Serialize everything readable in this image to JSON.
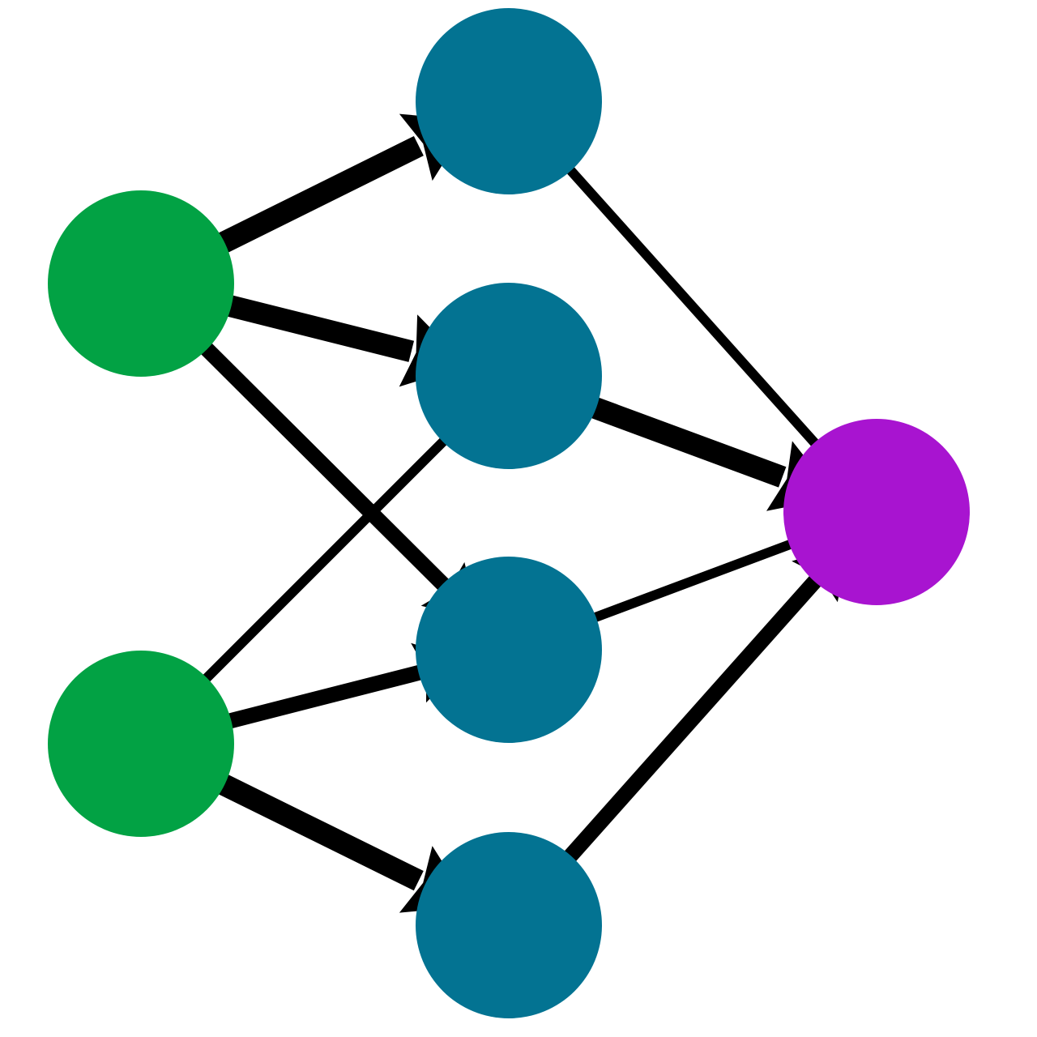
{
  "colors": {
    "background": "#ffffff",
    "edge": "#000000",
    "input": "#02a244",
    "hidden": "#037392",
    "output": "#a814d0"
  },
  "nodes": [
    {
      "id": "input-1",
      "layer": "input"
    },
    {
      "id": "input-2",
      "layer": "input"
    },
    {
      "id": "hidden-1",
      "layer": "hidden"
    },
    {
      "id": "hidden-2",
      "layer": "hidden"
    },
    {
      "id": "hidden-3",
      "layer": "hidden"
    },
    {
      "id": "hidden-4",
      "layer": "hidden"
    },
    {
      "id": "output-1",
      "layer": "output"
    }
  ],
  "edges": [
    {
      "from": "input-1",
      "to": "hidden-1",
      "weight": "heavy"
    },
    {
      "from": "input-1",
      "to": "hidden-2",
      "weight": "heavy"
    },
    {
      "from": "input-1",
      "to": "hidden-3",
      "weight": "medium"
    },
    {
      "from": "input-2",
      "to": "hidden-2",
      "weight": "light"
    },
    {
      "from": "input-2",
      "to": "hidden-3",
      "weight": "medium"
    },
    {
      "from": "input-2",
      "to": "hidden-4",
      "weight": "heavy"
    },
    {
      "from": "hidden-1",
      "to": "output-1",
      "weight": "light"
    },
    {
      "from": "hidden-2",
      "to": "output-1",
      "weight": "heavy"
    },
    {
      "from": "hidden-3",
      "to": "output-1",
      "weight": "light"
    },
    {
      "from": "hidden-4",
      "to": "output-1",
      "weight": "medium"
    }
  ]
}
